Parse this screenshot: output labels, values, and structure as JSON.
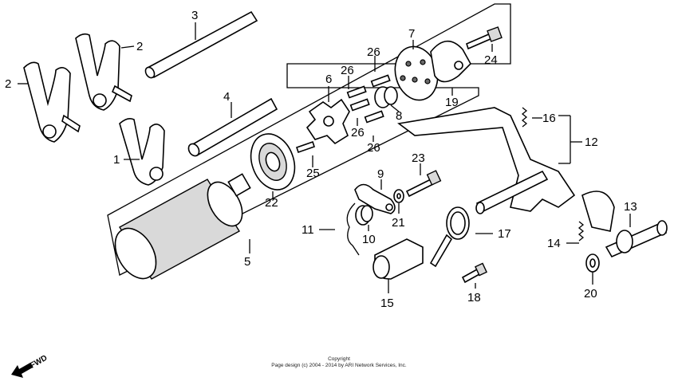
{
  "callouts": {
    "c1": "1",
    "c2a": "2",
    "c2b": "2",
    "c3": "3",
    "c4": "4",
    "c5": "5",
    "c6": "6",
    "c7": "7",
    "c8": "8",
    "c9": "9",
    "c10": "10",
    "c11": "11",
    "c12": "12",
    "c13": "13",
    "c14": "14",
    "c15": "15",
    "c16": "16",
    "c17": "17",
    "c18": "18",
    "c19": "19",
    "c20": "20",
    "c21": "21",
    "c22": "22",
    "c23": "23",
    "c24": "24",
    "c25": "25",
    "c26a": "26",
    "c26b": "26",
    "c26c": "26",
    "c26d": "26"
  },
  "fwd": "FWD",
  "copyright": {
    "line1": "Copyright",
    "line2": "Page design (c) 2004 - 2014 by ARI Network Services, Inc."
  }
}
